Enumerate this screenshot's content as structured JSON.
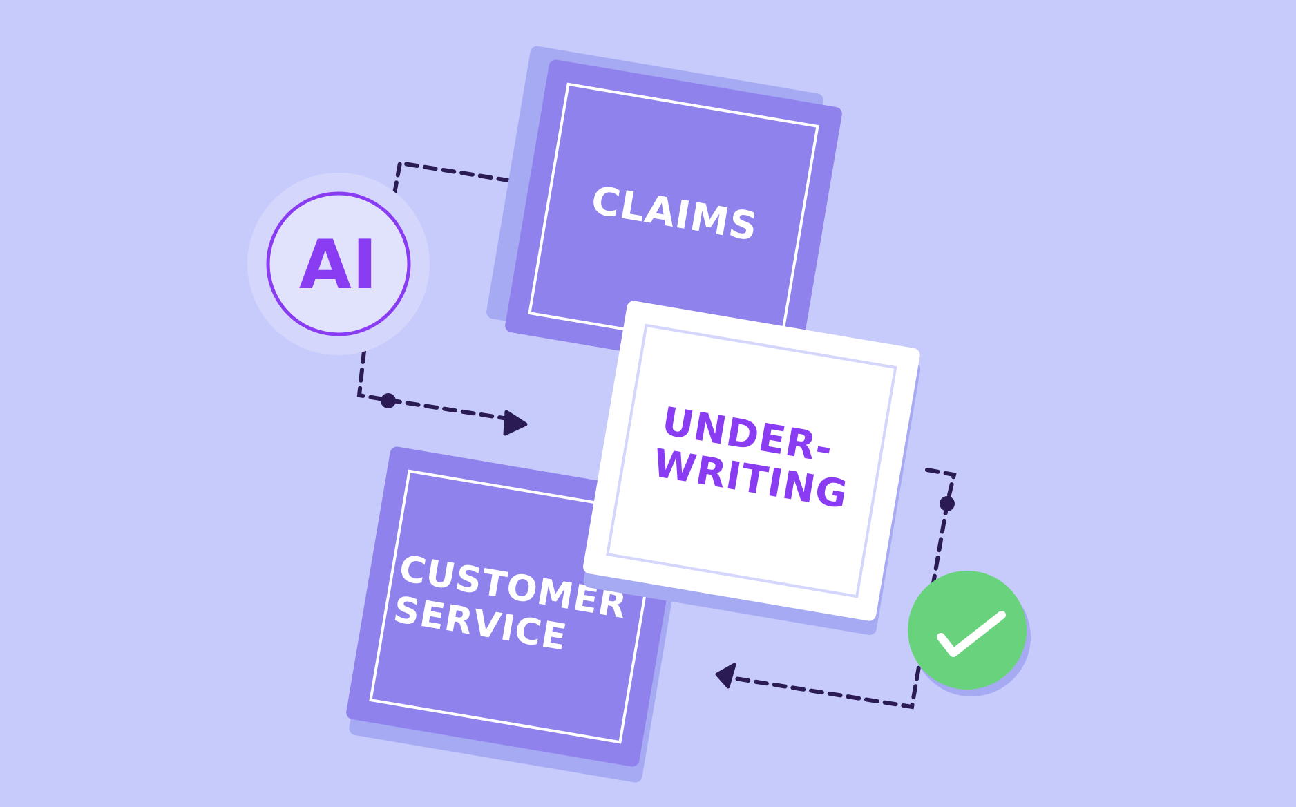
{
  "colors": {
    "background": "#c7cbfb",
    "card_purple": "#8f82ec",
    "card_shadow": "#a6aaf2",
    "card_white": "#ffffff",
    "text_white": "#ffffff",
    "text_purple": "#8a3cf2",
    "ai_ring": "#8a3cf2",
    "ai_fill": "#e1e2fc",
    "ai_halo": "#d4d6fb",
    "check_green": "#69d27d",
    "connector": "#2a1b55"
  },
  "nodes": {
    "ai": {
      "label": "AI",
      "icon": "ai-badge"
    },
    "claims": {
      "label": "CLAIMS"
    },
    "underwriting": {
      "line1": "UNDER-",
      "line2": "WRITING"
    },
    "customer_service": {
      "line1": "CUSTOMER",
      "line2": "SERVICE"
    },
    "approval": {
      "icon": "checkmark-icon"
    }
  }
}
